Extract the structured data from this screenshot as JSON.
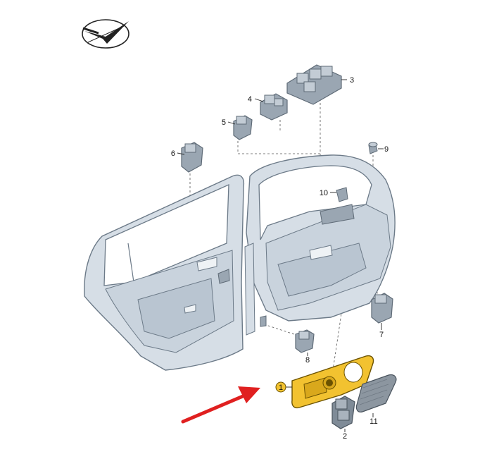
{
  "diagram": {
    "type": "exploded-parts-diagram",
    "colors": {
      "door_fill": "#d6dee6",
      "door_shade": "#b9c5d1",
      "door_stroke": "#6c7a88",
      "part_fill": "#9aa6b2",
      "part_dark": "#5f6b77",
      "highlight": "#f2c230",
      "highlight_stroke": "#6b5200",
      "arrow": "#e02020",
      "mesh": "#8c96a0"
    },
    "logo": {
      "icon": "checkmark-plane-logo-icon"
    },
    "callouts": [
      "1",
      "2",
      "3",
      "4",
      "5",
      "6",
      "7",
      "8",
      "9",
      "10",
      "11"
    ],
    "highlighted_part": "1",
    "pointer": {
      "icon": "red-arrow-icon",
      "color": "#e02020"
    }
  }
}
